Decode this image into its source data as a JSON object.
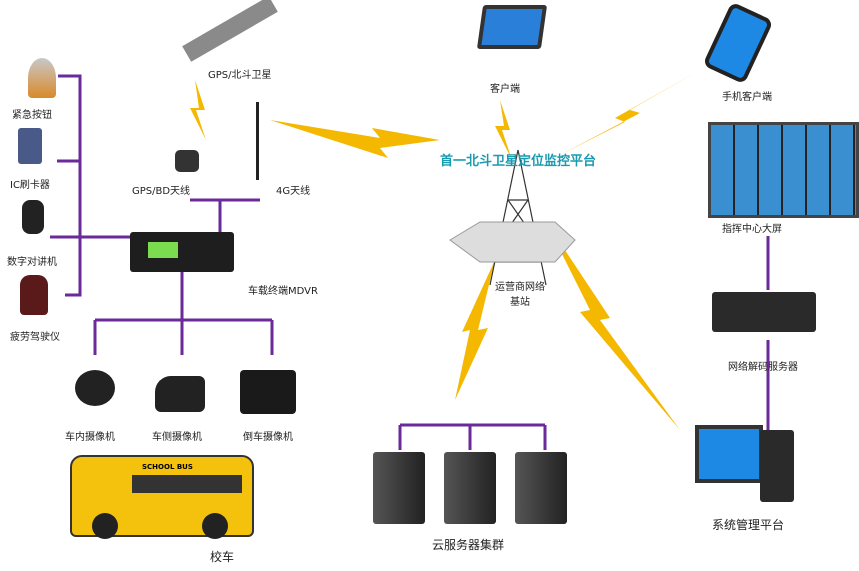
{
  "title": "首一北斗卫星定位监控平台",
  "colors": {
    "link": "#6a2a9a",
    "wireless": "#f5b800",
    "title": "#1a9ab0"
  },
  "vehicle_peripherals": [
    "紧急按钮",
    "IC刷卡器",
    "数字对讲机",
    "疲劳驾驶仪"
  ],
  "satellite": "GPS/北斗卫星",
  "antennas": {
    "gps": "GPS/BD天线",
    "lte": "4G天线"
  },
  "terminal": "车载终端MDVR",
  "cameras": [
    "车内摄像机",
    "车侧摄像机",
    "倒车摄像机"
  ],
  "bus": "校车",
  "bus_sign": "SCHOOL BUS",
  "base_station": {
    "line1": "运营商网络",
    "line2": "基站"
  },
  "client": "客户端",
  "mobile_client": "手机客户端",
  "video_wall": "指挥中心大屏",
  "decoder": "网络解码服务器",
  "cloud": "云服务器集群",
  "management": "系统管理平台"
}
